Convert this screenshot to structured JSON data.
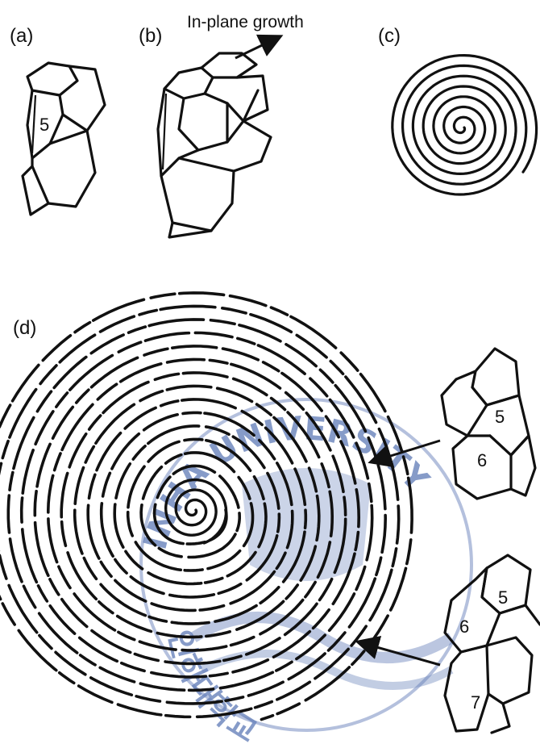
{
  "figure": {
    "panels": {
      "a": {
        "label": "(a)",
        "ring_label": "5"
      },
      "b": {
        "label": "(b)",
        "annotation": "In-plane growth"
      },
      "c": {
        "label": "(c)"
      },
      "d": {
        "label": "(d)",
        "inset_top": {
          "ring_labels": [
            "5",
            "6"
          ]
        },
        "inset_bottom": {
          "ring_labels": [
            "5",
            "6",
            "7"
          ]
        }
      }
    },
    "watermark": {
      "text_top": "INHA UNIVERSITY",
      "text_bottom": "인하대학교",
      "color": "#3f5fa8"
    }
  }
}
